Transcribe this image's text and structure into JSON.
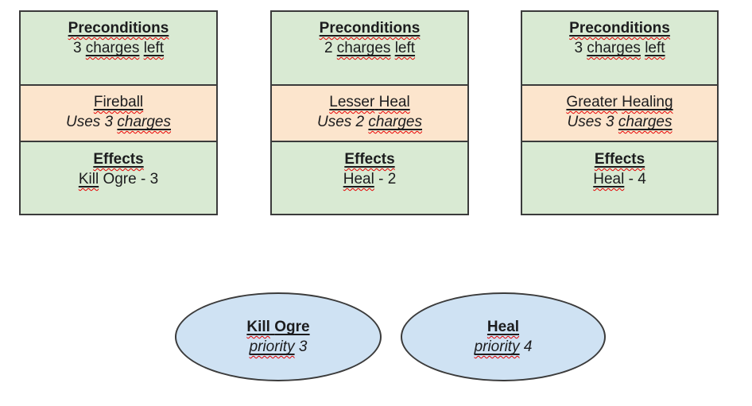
{
  "colors": {
    "bg": "#ffffff",
    "green": "#d9ead3",
    "peach": "#fce5cd",
    "blue": "#cfe2f3",
    "border": "#3b3b3b",
    "ink": "#1c1c1e",
    "squiggle": "#e60000"
  },
  "cards": [
    {
      "sections": {
        "preconditions": {
          "lines": [
            {
              "bold": true,
              "seg": [
                {
                  "t": "Preconditions",
                  "u": true,
                  "s": true
                }
              ]
            },
            {
              "seg": [
                {
                  "t": "3 "
                },
                {
                  "t": "charges",
                  "u": true,
                  "s": true
                },
                {
                  "t": " "
                },
                {
                  "t": "left",
                  "u": true,
                  "s": true
                }
              ]
            }
          ]
        },
        "action": {
          "lines": [
            {
              "seg": [
                {
                  "t": "Fireball",
                  "u": true,
                  "s": true
                }
              ]
            },
            {
              "italic": true,
              "seg": [
                {
                  "t": "Uses 3 "
                },
                {
                  "t": "charges",
                  "u": true,
                  "s": true
                }
              ]
            }
          ]
        },
        "effects": {
          "lines": [
            {
              "bold": true,
              "seg": [
                {
                  "t": "Effects",
                  "u": true,
                  "s": true
                }
              ]
            },
            {
              "seg": [
                {
                  "t": "Kill",
                  "u": true,
                  "s": true
                },
                {
                  "t": " Ogre - 3"
                }
              ]
            }
          ]
        }
      }
    },
    {
      "sections": {
        "preconditions": {
          "lines": [
            {
              "bold": true,
              "seg": [
                {
                  "t": "Preconditions",
                  "u": true,
                  "s": true
                }
              ]
            },
            {
              "seg": [
                {
                  "t": "2 "
                },
                {
                  "t": "charges",
                  "u": true,
                  "s": true
                },
                {
                  "t": " "
                },
                {
                  "t": "left",
                  "u": true,
                  "s": true
                }
              ]
            }
          ]
        },
        "action": {
          "lines": [
            {
              "seg": [
                {
                  "t": "Lesser",
                  "u": true,
                  "s": true
                },
                {
                  "t": " ",
                  "u": true
                },
                {
                  "t": "Heal",
                  "u": true,
                  "s": true
                }
              ]
            },
            {
              "italic": true,
              "seg": [
                {
                  "t": "Uses 2 "
                },
                {
                  "t": "charges",
                  "u": true,
                  "s": true
                }
              ]
            }
          ]
        },
        "effects": {
          "lines": [
            {
              "bold": true,
              "seg": [
                {
                  "t": "Effects",
                  "u": true,
                  "s": true
                }
              ]
            },
            {
              "seg": [
                {
                  "t": "Heal",
                  "u": true,
                  "s": true
                },
                {
                  "t": " - 2"
                }
              ]
            }
          ]
        }
      }
    },
    {
      "sections": {
        "preconditions": {
          "lines": [
            {
              "bold": true,
              "seg": [
                {
                  "t": "Preconditions",
                  "u": true,
                  "s": true
                }
              ]
            },
            {
              "seg": [
                {
                  "t": "3 "
                },
                {
                  "t": "charges",
                  "u": true,
                  "s": true
                },
                {
                  "t": " "
                },
                {
                  "t": "left",
                  "u": true,
                  "s": true
                }
              ]
            }
          ]
        },
        "action": {
          "lines": [
            {
              "seg": [
                {
                  "t": "Greater",
                  "u": true,
                  "s": true
                },
                {
                  "t": " ",
                  "u": true
                },
                {
                  "t": "Healing",
                  "u": true,
                  "s": true
                }
              ]
            },
            {
              "italic": true,
              "seg": [
                {
                  "t": "Uses 3 "
                },
                {
                  "t": "charges",
                  "u": true,
                  "s": true
                }
              ]
            }
          ]
        },
        "effects": {
          "lines": [
            {
              "bold": true,
              "seg": [
                {
                  "t": "Effects",
                  "u": true,
                  "s": true
                }
              ]
            },
            {
              "seg": [
                {
                  "t": "Heal",
                  "u": true,
                  "s": true
                },
                {
                  "t": " - 4"
                }
              ]
            }
          ]
        }
      }
    }
  ],
  "goals": [
    {
      "lines": [
        {
          "bold": true,
          "seg": [
            {
              "t": "Kill",
              "u": true,
              "s": true
            },
            {
              "t": " ",
              "u": true
            },
            {
              "t": "Ogre",
              "u": true
            }
          ]
        },
        {
          "italic": true,
          "seg": [
            {
              "t": "priority",
              "u": true,
              "s": true
            },
            {
              "t": " 3"
            }
          ]
        }
      ]
    },
    {
      "lines": [
        {
          "bold": true,
          "seg": [
            {
              "t": "Heal",
              "u": true,
              "s": true
            }
          ]
        },
        {
          "italic": true,
          "seg": [
            {
              "t": "priority",
              "u": true,
              "s": true
            },
            {
              "t": " 4"
            }
          ]
        }
      ]
    }
  ]
}
